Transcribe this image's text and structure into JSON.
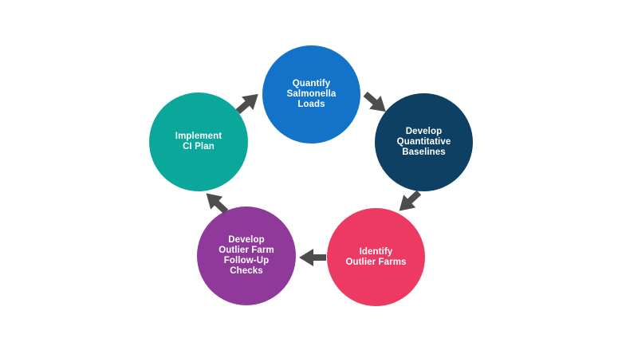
{
  "diagram": {
    "type": "cycle",
    "background_color": "#ffffff",
    "text_color": "#ffffff",
    "arrow_color": "#4d4d4d",
    "steps": [
      {
        "label": "Quantify\nSalmonella\nLoads",
        "color": "#1273c8",
        "position": "top"
      },
      {
        "label": "Develop\nQuantitative\nBaselines",
        "color": "#0d4063",
        "position": "right"
      },
      {
        "label": "Identify\nOutlier Farms",
        "color": "#ec3a62",
        "position": "bottom-right"
      },
      {
        "label": "Develop\nOutlier Farm\nFollow-Up\nChecks",
        "color": "#8f3a9b",
        "position": "bottom-left"
      },
      {
        "label": "Implement\nCI Plan",
        "color": "#0ba79a",
        "position": "left"
      }
    ],
    "arrows": [
      {
        "from": "Implement CI Plan",
        "to": "Quantify Salmonella Loads",
        "direction": "up-right"
      },
      {
        "from": "Quantify Salmonella Loads",
        "to": "Develop Quantitative Baselines",
        "direction": "down-right"
      },
      {
        "from": "Develop Quantitative Baselines",
        "to": "Identify Outlier Farms",
        "direction": "down-left"
      },
      {
        "from": "Identify Outlier Farms",
        "to": "Develop Outlier Farm Follow-Up Checks",
        "direction": "left"
      },
      {
        "from": "Develop Outlier Farm Follow-Up Checks",
        "to": "Implement CI Plan",
        "direction": "up-left"
      }
    ]
  }
}
